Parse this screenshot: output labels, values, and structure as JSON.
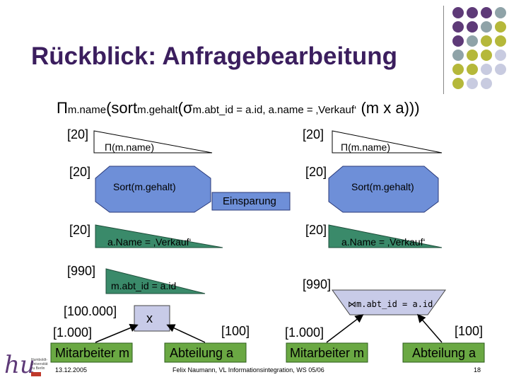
{
  "slide": {
    "title": "Rückblick: Anfragebearbeitung",
    "formula": {
      "pi": "Π",
      "pi_sub": "m.name",
      "sort": "(sort",
      "sort_sub": "m.gehalt",
      "sigma": "(σ",
      "sigma_sub": "m.abt_id = a.id, a.name = ‚Verkauf‘",
      "tail": " (m x a)))"
    },
    "left_tree": {
      "proj_count": "[20]",
      "proj_label": "Π(m.name)",
      "sort_count": "[20]",
      "sort_label": "Sort(m.gehalt)",
      "sel_count": "[20]",
      "sel_label": "a.Name = ‚Verkauf‘",
      "join_count": "[990]",
      "join_label": "m.abt_id = a.id",
      "cross_count": "[100.000]",
      "cross_label": "x",
      "m_count": "[1.000]",
      "m_label": "Mitarbeiter m",
      "a_count": "[100]",
      "a_label": "Abteilung a"
    },
    "right_tree": {
      "proj_count": "[20]",
      "proj_label": "Π(m.name)",
      "sort_count": "[20]",
      "sort_label": "Sort(m.gehalt)",
      "sel_count": "[20]",
      "sel_label": "a.Name = ‚Verkauf‘",
      "join_count": "[990]",
      "join_label": "⋈m.abt_id = a.id",
      "m_count": "[1.000]",
      "m_label": "Mitarbeiter m",
      "a_count": "[100]",
      "a_label": "Abteilung a"
    },
    "savings_label": "Einsparung",
    "footer": {
      "date": "13.12.2005",
      "center": "Felix Naumann, VL Informationsintegration, WS 05/06",
      "page": "18"
    },
    "logo": {
      "letters": "hu",
      "line1": "Humboldt-",
      "line2": "Universität",
      "line3": "zu Berlin"
    },
    "colors": {
      "title": "#3b1e5e",
      "box_fill": "#6e8fd8",
      "box_stroke": "#2a3a7a",
      "dot_purple": "#5e3a78",
      "dot_olive": "#b5b83a",
      "dot_gray": "#8fa3a8",
      "dot_light": "#c8cbe0"
    }
  }
}
